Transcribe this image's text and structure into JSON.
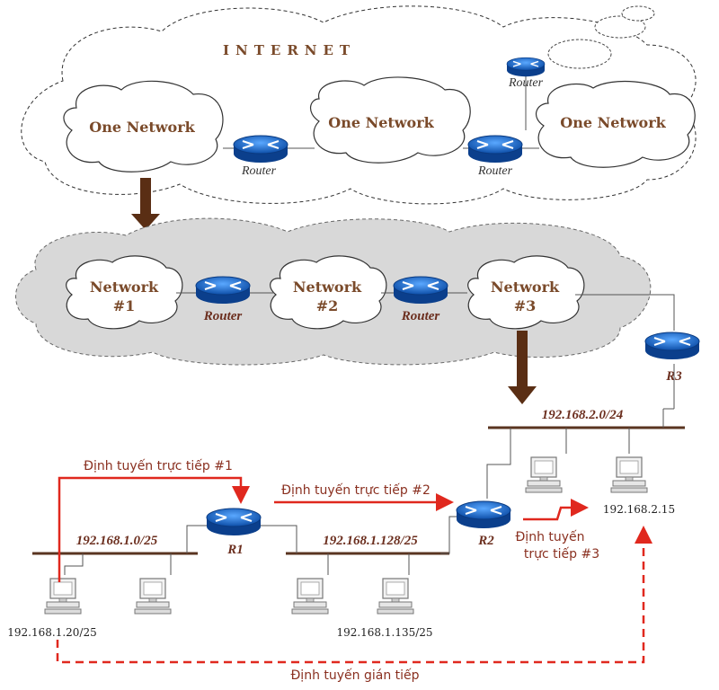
{
  "internet": {
    "title": "INTERNET",
    "networks": [
      "One Network",
      "One Network",
      "One Network"
    ],
    "routers": [
      "Router",
      "Router",
      "Router"
    ]
  },
  "middle": {
    "networks": [
      {
        "line1": "Network",
        "line2": "#1"
      },
      {
        "line1": "Network",
        "line2": "#2"
      },
      {
        "line1": "Network",
        "line2": "#3"
      }
    ],
    "routers": [
      "Router",
      "Router"
    ]
  },
  "lan": {
    "routers": [
      "R1",
      "R2",
      "R3"
    ],
    "subnets": [
      "192.168.1.0/25",
      "192.168.1.128/25",
      "192.168.2.0/24"
    ],
    "hosts": [
      "192.168.1.20/25",
      "192.168.1.135/25",
      "192.168.2.15"
    ],
    "routes": {
      "direct1": "Định tuyến trực tiếp #1",
      "direct2": "Định tuyến trực tiếp #2",
      "direct3_line1": "Định tuyến",
      "direct3_line2": "trực tiếp #3",
      "indirect": "Định tuyến gián tiếp"
    }
  },
  "colors": {
    "route": "#e0281e",
    "arrow": "#5a2e14",
    "bus": "#5a3420",
    "router": "#1e6fd0",
    "cloud_fill": "#d8d8d8",
    "text": "#7a4a2a"
  },
  "icons": [
    "router-icon",
    "computer-icon",
    "cloud-icon",
    "down-arrow-icon"
  ]
}
